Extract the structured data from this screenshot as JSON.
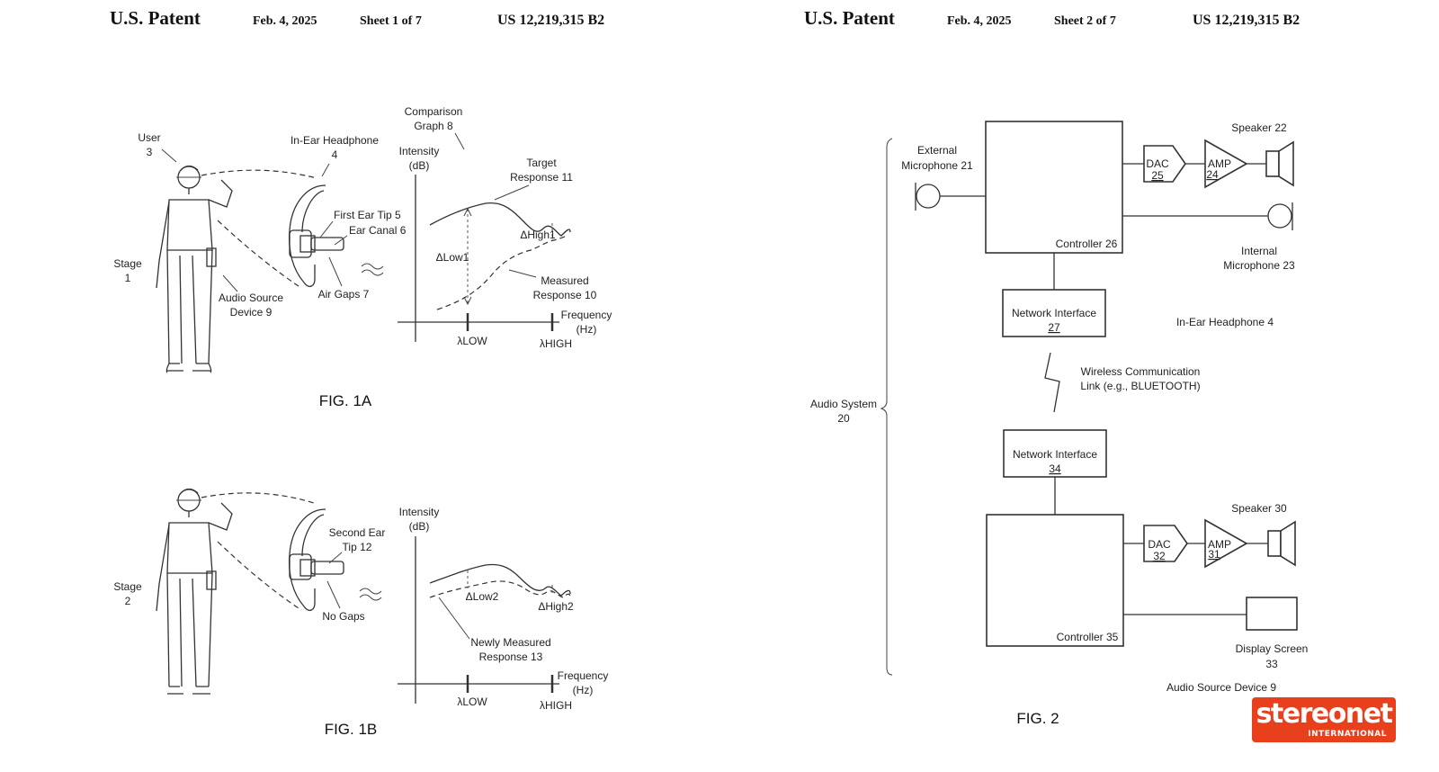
{
  "sheet1": {
    "patent": "U.S. Patent",
    "date": "Feb. 4, 2025",
    "sheet": "Sheet 1 of 7",
    "number": "US 12,219,315 B2"
  },
  "sheet2": {
    "patent": "U.S. Patent",
    "date": "Feb. 4, 2025",
    "sheet": "Sheet 2 of 7",
    "number": "US 12,219,315 B2"
  },
  "fig1a": {
    "caption": "FIG. 1A",
    "user": [
      "User",
      "3"
    ],
    "headphone": [
      "In-Ear Headphone",
      "4"
    ],
    "graph": [
      "Comparison",
      "Graph 8"
    ],
    "ear_tip": "First Ear Tip 5",
    "ear_canal": "Ear Canal 6",
    "stage": [
      "Stage",
      "1"
    ],
    "audio_source": [
      "Audio Source",
      "Device 9"
    ],
    "air_gaps": "Air Gaps 7",
    "intensity": [
      "Intensity",
      "(dB)"
    ],
    "target": [
      "Target",
      "Response 11"
    ],
    "delta_low": "ΔLow1",
    "delta_high": "ΔHigh1",
    "measured": [
      "Measured",
      "Response 10"
    ],
    "frequency": [
      "Frequency",
      "(Hz)"
    ],
    "lambda_low": "λLOW",
    "lambda_high": "λHIGH"
  },
  "fig1b": {
    "caption": "FIG. 1B",
    "ear_tip": [
      "Second Ear",
      "Tip 12"
    ],
    "stage": [
      "Stage",
      "2"
    ],
    "no_gaps": "No Gaps",
    "intensity": [
      "Intensity",
      "(dB)"
    ],
    "delta_low": "ΔLow2",
    "delta_high": "ΔHigh2",
    "newly": [
      "Newly Measured",
      "Response 13"
    ],
    "frequency": [
      "Frequency",
      "(Hz)"
    ],
    "lambda_low": "λLOW",
    "lambda_high": "λHIGH"
  },
  "fig2": {
    "caption": "FIG. 2",
    "ext_mic": [
      "External",
      "Microphone 21"
    ],
    "speaker22": "Speaker 22",
    "dac25": [
      "DAC",
      "25"
    ],
    "amp24": [
      "AMP",
      "24"
    ],
    "controller26": "Controller 26",
    "int_mic": [
      "Internal",
      "Microphone 23"
    ],
    "net27": [
      "Network Interface",
      "27"
    ],
    "headphone4": "In-Ear Headphone 4",
    "wireless": [
      "Wireless Communication",
      "Link (e.g., BLUETOOTH)"
    ],
    "audio_system": [
      "Audio System",
      "20"
    ],
    "net34": [
      "Network Interface",
      "34"
    ],
    "speaker30": "Speaker 30",
    "dac32": [
      "DAC",
      "32"
    ],
    "amp31": [
      "AMP",
      "31"
    ],
    "controller35": "Controller 35",
    "display": [
      "Display Screen",
      "33"
    ],
    "source9": "Audio Source Device 9"
  },
  "logo": {
    "name": "stereonet",
    "sub": "INTERNATIONAL",
    "color": "#e8401c"
  }
}
